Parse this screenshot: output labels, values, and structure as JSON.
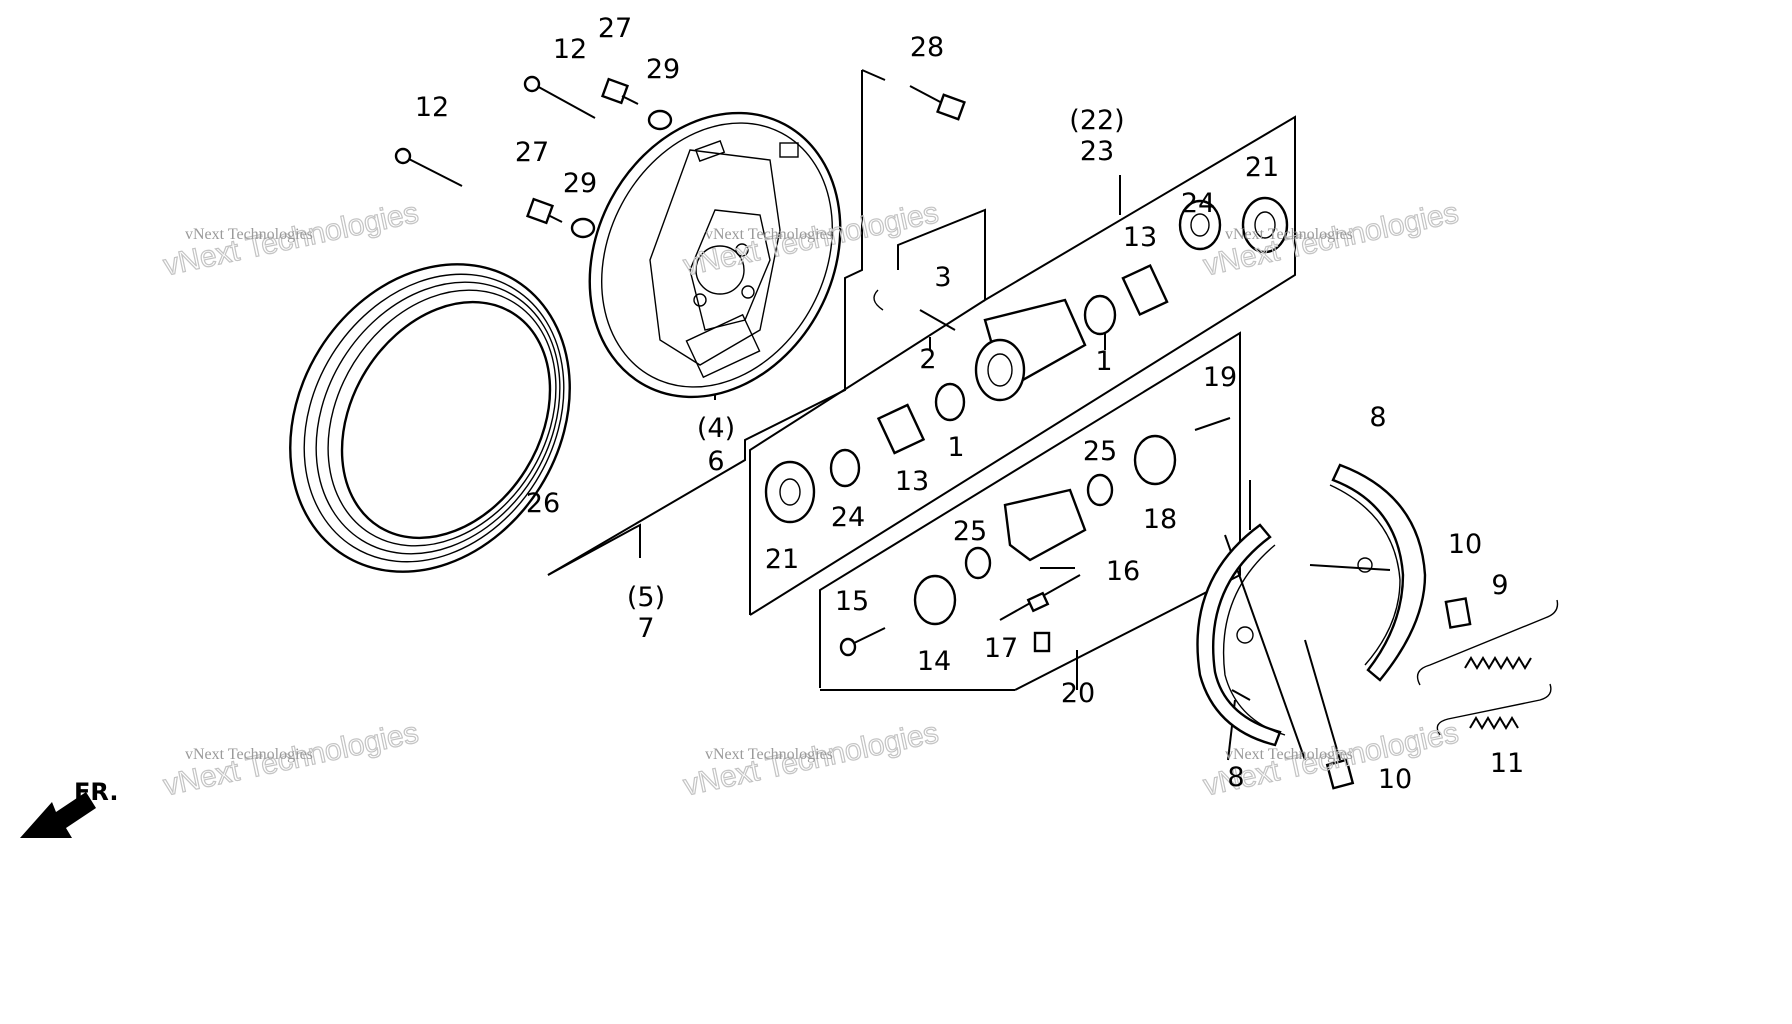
{
  "labels": [
    {
      "id": "l12a",
      "text": "12"
    },
    {
      "id": "l12b",
      "text": "12"
    },
    {
      "id": "l27a",
      "text": "27"
    },
    {
      "id": "l29a",
      "text": "29"
    },
    {
      "id": "l27b",
      "text": "27"
    },
    {
      "id": "l29b",
      "text": "29"
    },
    {
      "id": "l28",
      "text": "28"
    },
    {
      "id": "l22",
      "text": "(22)"
    },
    {
      "id": "l23",
      "text": "23"
    },
    {
      "id": "l21a",
      "text": "21"
    },
    {
      "id": "l24a",
      "text": "24"
    },
    {
      "id": "l13a",
      "text": "13"
    },
    {
      "id": "l3",
      "text": "3"
    },
    {
      "id": "l2",
      "text": "2"
    },
    {
      "id": "l1a",
      "text": "1"
    },
    {
      "id": "l4",
      "text": "(4)"
    },
    {
      "id": "l6",
      "text": "6"
    },
    {
      "id": "l26",
      "text": "26"
    },
    {
      "id": "l13b",
      "text": "13"
    },
    {
      "id": "l1b",
      "text": "1"
    },
    {
      "id": "l24b",
      "text": "24"
    },
    {
      "id": "l21b",
      "text": "21"
    },
    {
      "id": "l5",
      "text": "(5)"
    },
    {
      "id": "l7",
      "text": "7"
    },
    {
      "id": "l19",
      "text": "19"
    },
    {
      "id": "l25a",
      "text": "25"
    },
    {
      "id": "l18",
      "text": "18"
    },
    {
      "id": "l25b",
      "text": "25"
    },
    {
      "id": "l16",
      "text": "16"
    },
    {
      "id": "l15",
      "text": "15"
    },
    {
      "id": "l14",
      "text": "14"
    },
    {
      "id": "l17",
      "text": "17"
    },
    {
      "id": "l20",
      "text": "20"
    },
    {
      "id": "l8a",
      "text": "8"
    },
    {
      "id": "l10a",
      "text": "10"
    },
    {
      "id": "l9",
      "text": "9"
    },
    {
      "id": "l11",
      "text": "11"
    },
    {
      "id": "l8b",
      "text": "8"
    },
    {
      "id": "l10b",
      "text": "10"
    }
  ],
  "direction_label": "FR.",
  "watermark": {
    "line": "vNext Technologies",
    "big": "vNext Technologies"
  }
}
